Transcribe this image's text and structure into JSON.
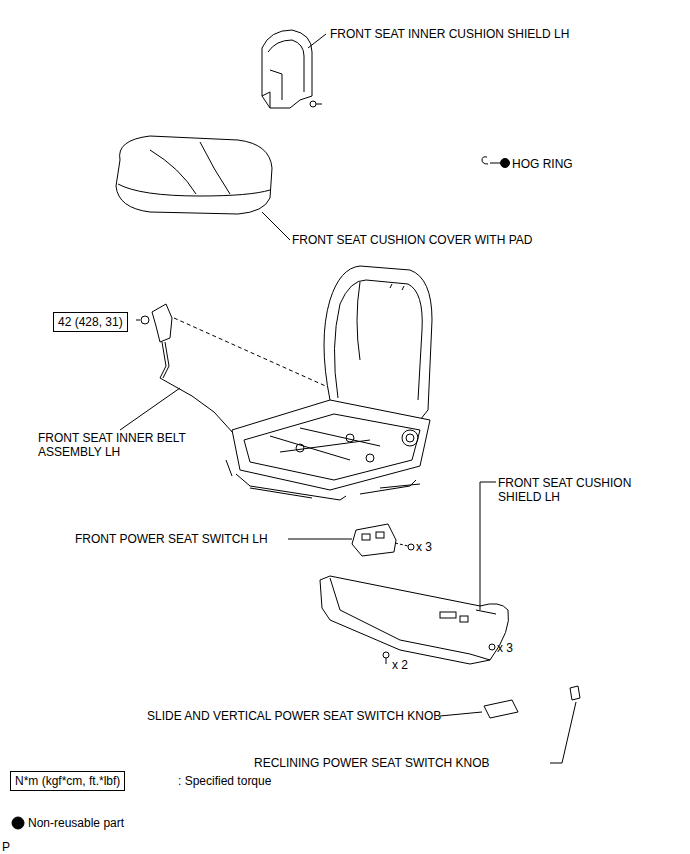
{
  "diagram": {
    "nodes": [
      {
        "text": [
          "42 (428, 31)"
        ]
      },
      {
        "text": [
          "N*m (kgf*cm, ft.*lbf)"
        ]
      }
    ],
    "labels": [
      "FRONT SEAT INNER CUSHION SHIELD LH",
      "HOG RING",
      "FRONT SEAT CUSHION COVER WITH PAD",
      "FRONT SEAT INNER BELT ASSEMBLY LH",
      "FRONT SEAT CUSHION SHIELD LH",
      "FRONT POWER SEAT SWITCH LH",
      "x 3",
      "x 3",
      "x 2",
      "SLIDE AND VERTICAL POWER SEAT SWITCH KNOB",
      "RECLINING POWER SEAT SWITCH KNOB",
      "P"
    ],
    "legend": [
      {
        "text": ": Specified torque"
      },
      {
        "text": "Non-reusable part"
      }
    ]
  }
}
